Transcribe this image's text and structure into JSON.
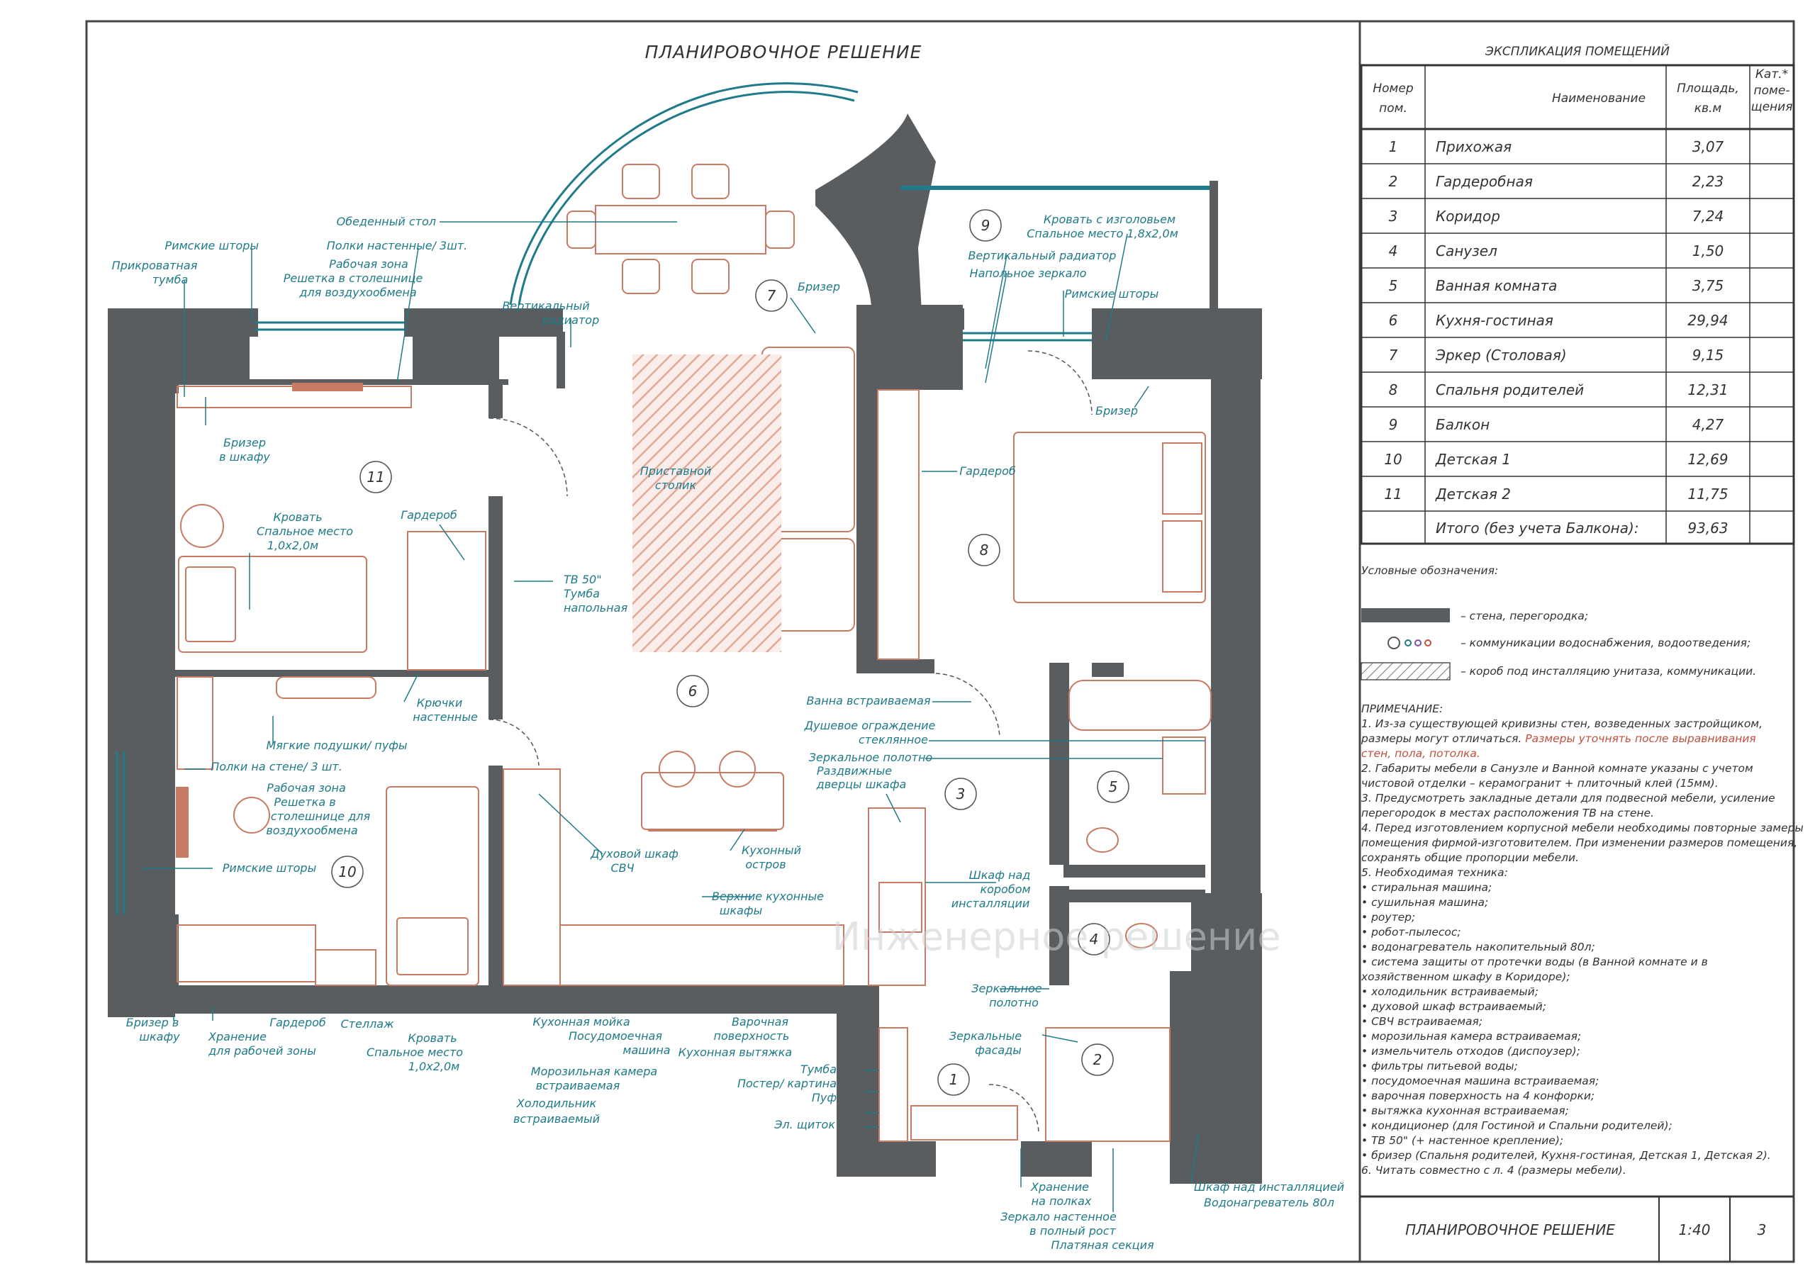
{
  "drawing": {
    "title": "ПЛАНИРОВОЧНОЕ РЕШЕНИЕ",
    "watermark": "Инженерное решение"
  },
  "explication": {
    "title": "ЭКСПЛИКАЦИЯ ПОМЕЩЕНИЙ",
    "headers": {
      "num_line1": "Номер",
      "num_line2": "пом.",
      "name": "Наименование",
      "area_line1": "Площадь,",
      "area_line2": "кв.м",
      "cat_line1": "Кат.*",
      "cat_line2": "поме-",
      "cat_line3": "щения"
    },
    "rows": [
      {
        "num": "1",
        "name": "Прихожая",
        "area": "3,07"
      },
      {
        "num": "2",
        "name": "Гардеробная",
        "area": "2,23"
      },
      {
        "num": "3",
        "name": "Коридор",
        "area": "7,24"
      },
      {
        "num": "4",
        "name": "Санузел",
        "area": "1,50"
      },
      {
        "num": "5",
        "name": "Ванная комната",
        "area": "3,75"
      },
      {
        "num": "6",
        "name": "Кухня-гостиная",
        "area": "29,94"
      },
      {
        "num": "7",
        "name": "Эркер (Столовая)",
        "area": "9,15"
      },
      {
        "num": "8",
        "name": "Спальня родителей",
        "area": "12,31"
      },
      {
        "num": "9",
        "name": "Балкон",
        "area": "4,27"
      },
      {
        "num": "10",
        "name": "Детская 1",
        "area": "12,69"
      },
      {
        "num": "11",
        "name": "Детская 2",
        "area": "11,75"
      }
    ],
    "total_label": "Итого (без учета Балкона):",
    "total_area": "93,63"
  },
  "legend": {
    "title": "Условные обозначения:",
    "wall": "– стена, перегородка;",
    "plumbing": "– коммуникации водоснабжения, водоотведения;",
    "box": "– короб под инсталляцию унитаза, коммуникации."
  },
  "notes": {
    "title": "ПРИМЕЧАНИЕ:",
    "lines": [
      {
        "text": "1.  Из-за существующей кривизны стен, возведенных застройщиком,",
        "red": false
      },
      {
        "text": "     размеры могут отличаться.",
        "red": false,
        "red_tail": " Размеры уточнять после выравнивания"
      },
      {
        "text": "     стен, пола, потолка.",
        "red": true
      },
      {
        "text": "2.  Габариты мебели в Санузле и Ванной комнате указаны с учетом",
        "red": false
      },
      {
        "text": "     чистовой отделки – керамогранит + плиточный клей (15мм).",
        "red": false
      },
      {
        "text": "3.  Предусмотреть закладные детали для подвесной мебели, усиление",
        "red": false
      },
      {
        "text": "     перегородок в местах расположения ТВ на стене.",
        "red": false
      },
      {
        "text": "4.  Перед изготовлением корпусной мебели необходимы повторные замеры",
        "red": false
      },
      {
        "text": "     помещения фирмой-изготовителем. При изменении размеров помещения,",
        "red": false
      },
      {
        "text": "     сохранять общие пропорции мебели.",
        "red": false
      },
      {
        "text": "5.  Необходимая техника:",
        "red": false
      },
      {
        "text": "      •  стиральная машина;",
        "red": false
      },
      {
        "text": "      •  сушильная машина;",
        "red": false
      },
      {
        "text": "      •  роутер;",
        "red": false
      },
      {
        "text": "      •  робот-пылесос;",
        "red": false
      },
      {
        "text": "      •  водонагреватель накопительный 80л;",
        "red": false
      },
      {
        "text": "      •  система защиты от протечки воды (в Ванной комнате и в",
        "red": false
      },
      {
        "text": "         хозяйственном шкафу в Коридоре);",
        "red": false
      },
      {
        "text": "      •  холодильник встраиваемый;",
        "red": false
      },
      {
        "text": "      •  духовой шкаф встраиваемый;",
        "red": false
      },
      {
        "text": "      •  СВЧ встраиваемая;",
        "red": false
      },
      {
        "text": "      •  морозильная камера встраиваемая;",
        "red": false
      },
      {
        "text": "      •  измельчитель отходов (диспоузер);",
        "red": false
      },
      {
        "text": "      •  фильтры питьевой воды;",
        "red": false
      },
      {
        "text": "      •  посудомоечная машина встраиваемая;",
        "red": false
      },
      {
        "text": "      •  варочная поверхность на 4 конфорки;",
        "red": false
      },
      {
        "text": "      •  вытяжка кухонная встраиваемая;",
        "red": false
      },
      {
        "text": "      •  кондиционер (для Гостиной и Спальни родителей);",
        "red": false
      },
      {
        "text": "      •  ТВ 50\" (+ настенное крепление);",
        "red": false
      },
      {
        "text": "      •  бризер (Спальня родителей, Кухня-гостиная, Детская 1, Детская 2).",
        "red": false
      },
      {
        "text": "6.  Читать совместно с л. 4 (размеры мебели).",
        "red": false
      }
    ]
  },
  "stamp": {
    "title": "ПЛАНИРОВОЧНОЕ РЕШЕНИЕ",
    "scale": "1:40",
    "sheet": "3"
  },
  "room_numbers": [
    "1",
    "2",
    "3",
    "4",
    "5",
    "6",
    "7",
    "8",
    "9",
    "10",
    "11"
  ],
  "labels": {
    "dining_table": "Обеденный стол",
    "roman_blinds": "Римские шторы",
    "wall_shelves_3": "Полки настенные/ 3шт.",
    "work_zone_a": "Рабочая зона",
    "work_zone_b": "Решетка в столешнице",
    "work_zone_c": "для воздухообмена",
    "bedside_a": "Прикроватная",
    "bedside_b": "тумба",
    "vertical_radiator_a": "Вертикальный",
    "vertical_radiator_b": "радиатор",
    "breezer": "Бризер",
    "breezer_wardrobe_a": "Бризер",
    "breezer_wardrobe_b": "в шкафу",
    "bed_child2_a": "Кровать",
    "bed_child2_b": "Спальное место",
    "bed_child2_c": "1,0х2,0м",
    "wardrobe": "Гардероб",
    "tv_a": "ТВ 50\"",
    "tv_b": "Тумба",
    "tv_c": "напольная",
    "side_table_a": "Приставной",
    "side_table_b": "столик",
    "bed_parent_a": "Кровать с изголовьем",
    "bed_parent_b": "Спальное место 1,8х2,0м",
    "vertical_radiator_full": "Вертикальный радиатор",
    "floor_mirror": "Напольное зеркало",
    "roman_blinds_2": "Римские шторы",
    "breezer_2": "Бризер",
    "wardrobe_2": "Гардероб",
    "hooks_a": "Крючки",
    "hooks_b": "настенные",
    "soft_cushions": "Мягкие подушки/ пуфы",
    "wall_shelves_3b": "Полки на стене/ 3 шт.",
    "work_zone2_a": "Рабочая зона",
    "work_zone2_b": "Решетка в",
    "work_zone2_c": "столешнице для",
    "work_zone2_d": "воздухообмена",
    "roman_blinds_3": "Римские шторы",
    "bath_built_in": "Ванна встраиваемая",
    "shower_a": "Душевое ограждение",
    "shower_b": "стеклянное",
    "mirror_panel": "Зеркальное полотно",
    "sliding_a": "Раздвижные",
    "sliding_b": "дверцы шкафа",
    "oven_a": "Духовой шкаф",
    "oven_b": "СВЧ",
    "island_a": "Кухонный",
    "island_b": "остров",
    "upper_cab_a": "Верхние кухонные",
    "upper_cab_b": "шкафы",
    "cab_over_box_a": "Шкаф над",
    "cab_over_box_b": "коробом",
    "cab_over_box_c": "инсталляции",
    "mirror_panel_2a": "Зеркальное",
    "mirror_panel_2b": "полотно",
    "mirror_facades_a": "Зеркальные",
    "mirror_facades_b": "фасады",
    "breezer_wardrobe2_a": "Бризер в",
    "breezer_wardrobe2_b": "шкафу",
    "storage_a": "Хранение",
    "storage_b": "для рабочей зоны",
    "wardrobe_3": "Гардероб",
    "rack": "Стеллаж",
    "bed_child1_a": "Кровать",
    "bed_child1_b": "Спальное место",
    "bed_child1_c": "1,0х2,0м",
    "sink": "Кухонная мойка",
    "dishwasher_a": "Посудомоечная",
    "dishwasher_b": "машина",
    "hob_a": "Варочная",
    "hob_b": "поверхность",
    "hood": "Кухонная вытяжка",
    "freezer_a": "Морозильная камера",
    "freezer_b": "встраиваемая",
    "fridge_a": "Холодильник",
    "fridge_b": "встраиваемый",
    "cabinet": "Тумба",
    "poster": "Постер/ картина",
    "pouf": "Пуф",
    "el_panel": "Эл. щиток",
    "shelf_storage_a": "Хранение",
    "shelf_storage_b": "на полках",
    "full_mirror_a": "Зеркало настенное",
    "full_mirror_b": "в полный рост",
    "dress_section": "Платяная секция",
    "cab_over_install_a": "Шкаф над инсталляцией",
    "cab_over_install_b": "Водонагреватель 80л"
  },
  "colors": {
    "wall": "#5a5d60",
    "furniture": "#c87a62",
    "window": "#1f7a89",
    "label": "#1f7a89",
    "text": "#333333"
  }
}
